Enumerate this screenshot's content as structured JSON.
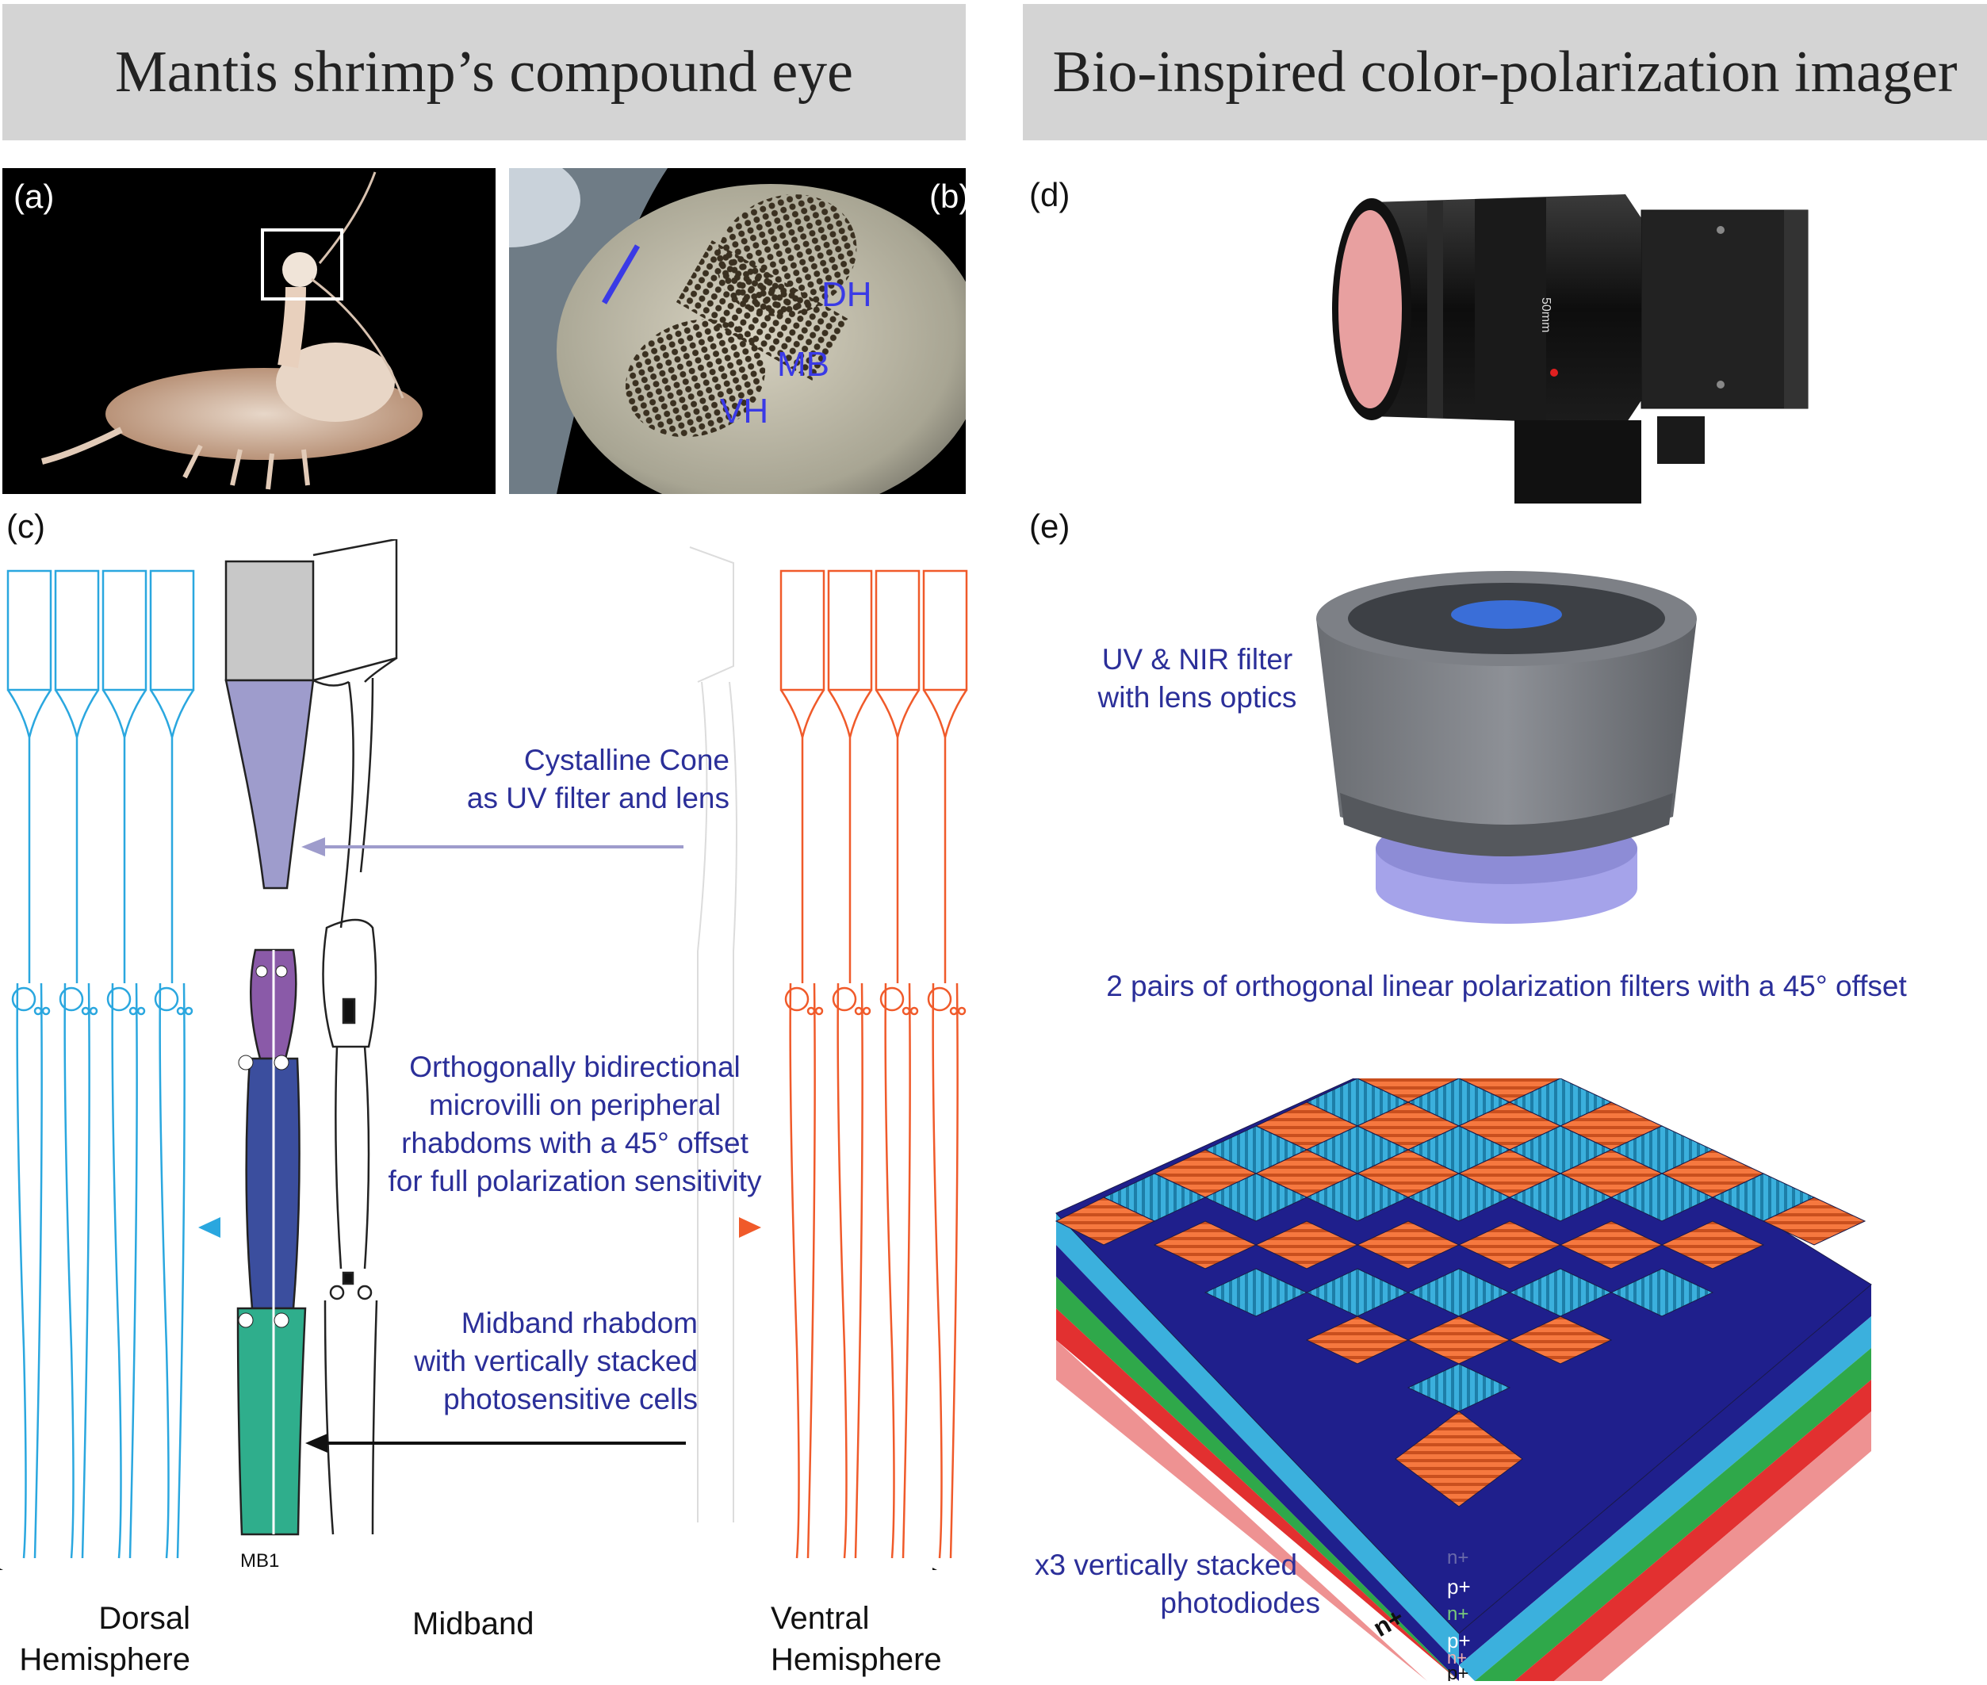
{
  "headers": {
    "left": "Mantis shrimp’s compound eye",
    "right": "Bio-inspired color-polarization imager"
  },
  "panels": {
    "a": "(a)",
    "b": "(b)",
    "c": "(c)",
    "d": "(d)",
    "e": "(e)"
  },
  "eye_labels": {
    "dh": "DH",
    "mb": "MB",
    "vh": "VH"
  },
  "annotations": {
    "cone": [
      "Cystalline Cone",
      "as UV filter and lens"
    ],
    "microvilli": [
      "Orthogonally bidirectional",
      "microvilli on peripheral",
      "rhabdoms with a 45° offset",
      "for full polarization sensitivity"
    ],
    "midband": [
      "Midband rhabdom",
      "with vertically stacked",
      "photosensitive cells"
    ],
    "mb1": "MB1"
  },
  "axis": {
    "dorsal": [
      "Dorsal",
      "Hemisphere"
    ],
    "midband": "Midband",
    "ventral": [
      "Ventral",
      "Hemisphere"
    ]
  },
  "imager": {
    "filter_label": [
      "UV & NIR filter",
      "with lens optics"
    ],
    "polarization_label": "2 pairs of orthogonal linear polarization filters with a 45° offset",
    "photodiode_label": [
      "x3 vertically stacked",
      "photodiodes"
    ],
    "layer_labels": [
      "n+",
      "p+",
      "n+",
      "p+",
      "n+",
      "p+"
    ],
    "side_label": "n+",
    "lens_marking": "50mm"
  },
  "colors": {
    "dorsal": "#2aa7df",
    "ventral": "#f05a2a",
    "annotation_text": "#2b2f99",
    "cone_fill": "#9e9ccc",
    "rhabdom_top": "#8a5aa8",
    "rhabdom_mid": "#3b4e9e",
    "rhabdom_bottom": "#2fae8c"
  }
}
